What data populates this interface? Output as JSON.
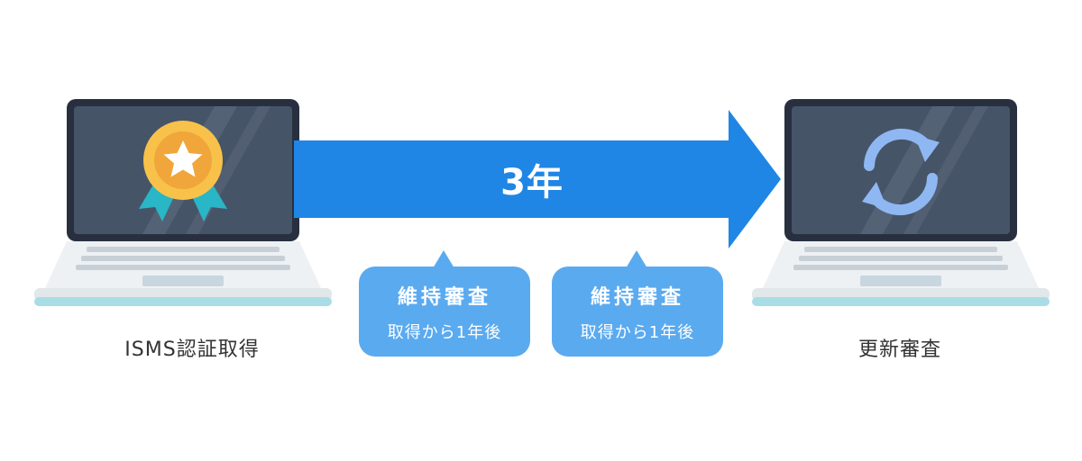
{
  "colors": {
    "arrow": "#1f86e5",
    "bubble": "#5aaaf0",
    "screen": "#465468",
    "bezel": "#283040",
    "base": "#e6ebef",
    "base_shadow": "#a8dde6",
    "medal_gold": "#f8c24a",
    "ribbon": "#29b6c6",
    "refresh": "#8fb7f2"
  },
  "laptops": {
    "left": {
      "caption": "ISMS認証取得",
      "icon": "medal-star-icon"
    },
    "right": {
      "caption": "更新審査",
      "icon": "refresh-icon"
    }
  },
  "arrow": {
    "label": "3年"
  },
  "bubbles": [
    {
      "title": "維持審査",
      "subtitle": "取得から1年後"
    },
    {
      "title": "維持審査",
      "subtitle": "取得から1年後"
    }
  ]
}
